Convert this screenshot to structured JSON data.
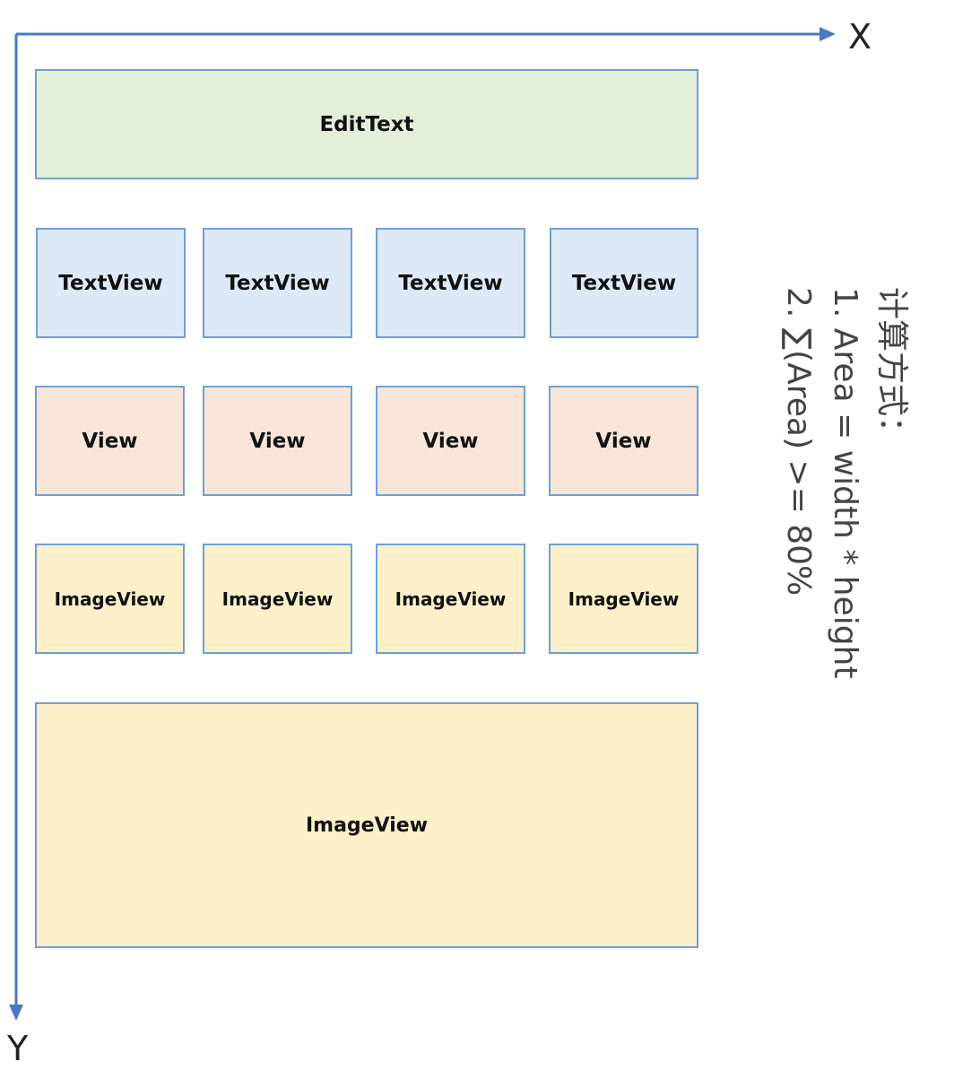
{
  "axes": {
    "x_label": "X",
    "y_label": "Y",
    "color": "#4a78c2"
  },
  "boxes": {
    "edit_text": "EditText",
    "text_views": [
      "TextView",
      "TextView",
      "TextView",
      "TextView"
    ],
    "views": [
      "View",
      "View",
      "View",
      "View"
    ],
    "image_views": [
      "ImageView",
      "ImageView",
      "ImageView",
      "ImageView"
    ],
    "large_image_view": "ImageView"
  },
  "colors": {
    "border": "#6f9fd2",
    "edittext_fill": "#e2f0da",
    "textview_fill": "#dde9f7",
    "view_fill": "#f8e5d9",
    "imageview_fill": "#fbf0c9"
  },
  "formula": {
    "title": "计算方式：",
    "line1": "1. Area = width * height",
    "line2": "2. ∑(Area) >= 80%"
  }
}
